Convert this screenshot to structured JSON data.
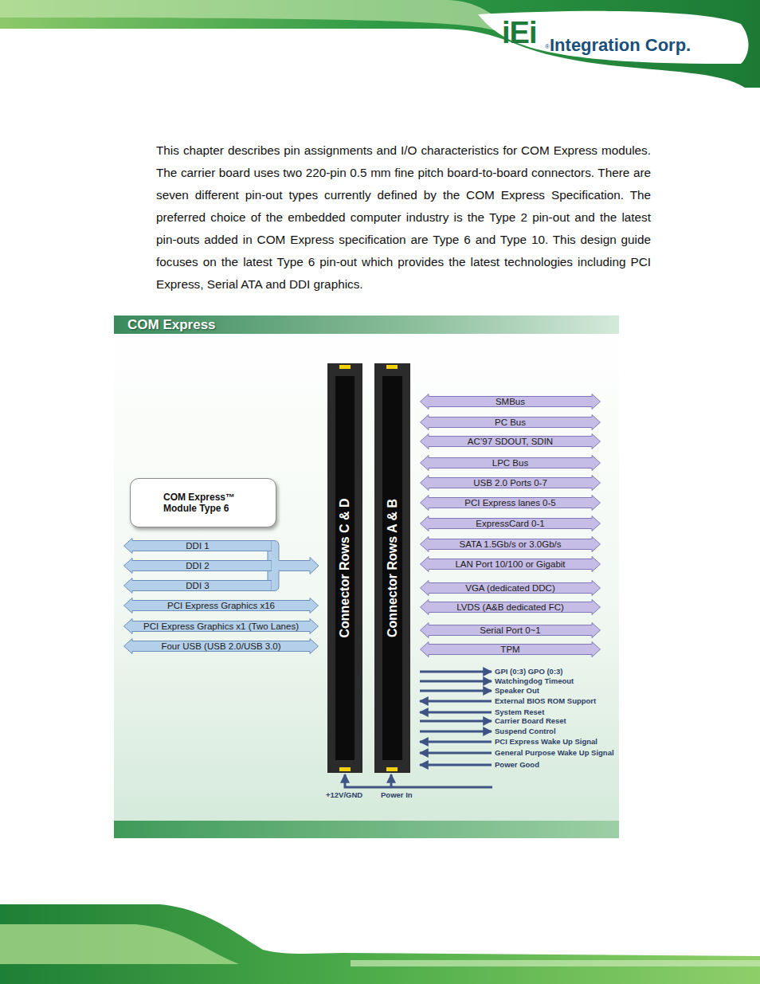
{
  "diagram": {
    "title": "COM Express",
    "nodes": [
      {
        "text": [
          "Connector Rows C & D"
        ]
      },
      {
        "text": [
          "Connector Rows A & B"
        ]
      },
      {
        "text": [
          "SMBus"
        ]
      },
      {
        "text": [
          "PC Bus"
        ]
      },
      {
        "text": [
          "AC’97 SDOUT, SDIN"
        ]
      },
      {
        "text": [
          "LPC Bus"
        ]
      },
      {
        "text": [
          "USB 2.0 Ports 0-7"
        ]
      },
      {
        "text": [
          "PCI Express lanes 0-5"
        ]
      },
      {
        "text": [
          "ExpressCard 0-1"
        ]
      },
      {
        "text": [
          "SATA 1.5Gb/s or 3.0Gb/s"
        ]
      },
      {
        "text": [
          "LAN Port 10/100 or Gigabit"
        ]
      },
      {
        "text": [
          "VGA (dedicated DDC)"
        ]
      },
      {
        "text": [
          "LVDS (A&B dedicated FC)"
        ]
      },
      {
        "text": [
          "Serial Port 0~1"
        ]
      },
      {
        "text": [
          "TPM"
        ]
      },
      {
        "text": [
          "COM Express™ Module Type 6"
        ]
      },
      {
        "text": [
          "DDI 1"
        ]
      },
      {
        "text": [
          "DDI 2"
        ]
      },
      {
        "text": [
          "DDI 3"
        ]
      },
      {
        "text": [
          "PCI Express Graphics x16"
        ]
      },
      {
        "text": [
          "PCI Express Graphics x1 (Two Lanes)"
        ]
      },
      {
        "text": [
          "Four USB (USB 2.0/USB 3.0)"
        ]
      }
    ],
    "labels": [
      "iEi",
      "®",
      "Integration Corp.",
      "This chapter describes pin assignments and I/O characteristics for COM Express modules. The carrier board uses two 220-pin 0.5 mm fine pitch board-to-board connectors. There are seven different pin-out types currently defined by the COM Express Specification. The preferred choice of the embedded computer industry is the Type 2 pin-out and the latest pin-outs added in COM Express specification are Type 6 and Type 10. This design guide focuses on the latest Type 6 pin-out which provides the latest technologies including PCI Express, Serial ATA and DDI graphics.",
      "GPI (0:3) GPO (0:3)",
      "Watchingdog Timeout",
      "Speaker Out",
      "External BIOS ROM Support",
      "System Reset",
      "Carrier Board Reset",
      "Suspend Control",
      "PCI Express Wake Up Signal",
      "General Purpose Wake Up Signal",
      "Power Good",
      "+12V/GND",
      "Power In"
    ]
  }
}
